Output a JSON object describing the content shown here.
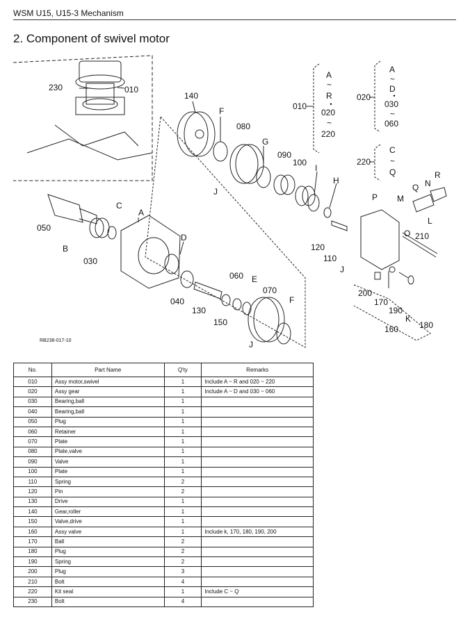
{
  "header": {
    "title": "WSM U15, U15-3 Mechanism"
  },
  "section": {
    "title": "2.  Component of swivel motor"
  },
  "figure": {
    "code": "RB238-017-10",
    "callouts": [
      "230",
      "010",
      "140",
      "F",
      "080",
      "G",
      "090",
      "100",
      "I",
      "H",
      "J",
      "050",
      "C",
      "A",
      "B",
      "030",
      "D",
      "040",
      "130",
      "150",
      "060",
      "E",
      "070",
      "F",
      "J",
      "P",
      "M",
      "Q",
      "N",
      "R",
      "L",
      "O",
      "210",
      "120",
      "110",
      "J",
      "200",
      "170",
      "190",
      "K",
      "160",
      "180"
    ],
    "legend_010": [
      "010",
      "A",
      "~",
      "R",
      "・",
      "020",
      "~",
      "220"
    ],
    "legend_020": [
      "020",
      "A",
      "~",
      "D",
      "・",
      "030",
      "~",
      "060"
    ],
    "legend_220": [
      "220",
      "C",
      "~",
      "Q"
    ]
  },
  "table": {
    "headers": [
      "No.",
      "Part Name",
      "Q'ty",
      "Remarks"
    ],
    "rows": [
      [
        "010",
        "Assy motor,swivel",
        "1",
        "Include A ~ R and 020 ~ 220"
      ],
      [
        "020",
        "Assy gear",
        "1",
        "Include A ~ D and 030 ~ 060"
      ],
      [
        "030",
        "Bearing,ball",
        "1",
        ""
      ],
      [
        "040",
        "Bearing,ball",
        "1",
        ""
      ],
      [
        "050",
        "Plug",
        "1",
        ""
      ],
      [
        "060",
        "Retainer",
        "1",
        ""
      ],
      [
        "070",
        "Plate",
        "1",
        ""
      ],
      [
        "080",
        "Plate,valve",
        "1",
        ""
      ],
      [
        "090",
        "Valve",
        "1",
        ""
      ],
      [
        "100",
        "Plate",
        "1",
        ""
      ],
      [
        "110",
        "Spring",
        "2",
        ""
      ],
      [
        "120",
        "Pin",
        "2",
        ""
      ],
      [
        "130",
        "Drive",
        "1",
        ""
      ],
      [
        "140",
        "Gear,roller",
        "1",
        ""
      ],
      [
        "150",
        "Valve,drive",
        "1",
        ""
      ],
      [
        "160",
        "Assy valve",
        "1",
        "Include k, 170, 180, 190, 200"
      ],
      [
        "170",
        "Ball",
        "2",
        ""
      ],
      [
        "180",
        "Plug",
        "2",
        ""
      ],
      [
        "190",
        "Spring",
        "2",
        ""
      ],
      [
        "200",
        "Plug",
        "3",
        ""
      ],
      [
        "210",
        "Bolt",
        "4",
        ""
      ],
      [
        "220",
        "Kit seal",
        "1",
        "Include C ~ Q"
      ],
      [
        "230",
        "Bolt",
        "4",
        ""
      ]
    ]
  }
}
